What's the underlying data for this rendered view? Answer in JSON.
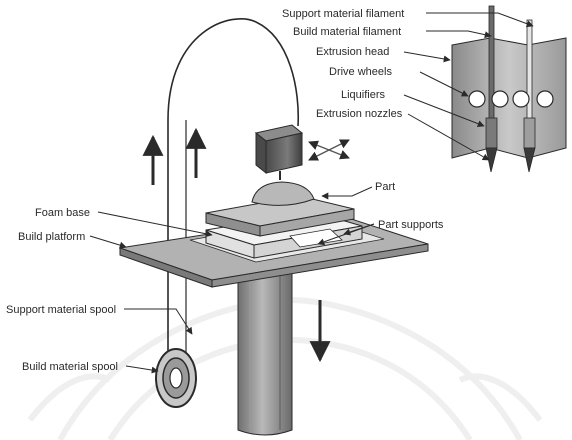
{
  "labels": {
    "support_material_filament": "Support material filament",
    "build_material_filament": "Build material filament",
    "extrusion_head": "Extrusion head",
    "drive_wheels": "Drive wheels",
    "liquifiers": "Liquifiers",
    "extrusion_nozzles": "Extrusion nozzles",
    "part": "Part",
    "part_supports": "Part supports",
    "foam_base": "Foam base",
    "build_platform": "Build platform",
    "support_material_spool": "Support material spool",
    "build_material_spool": "Build material spool"
  },
  "colors": {
    "ink": "#2a2a2a",
    "platform": "#a8a8a8",
    "platform_dark": "#7c7c7c",
    "column": "#8e8e8e",
    "head": "#5b5b5b",
    "part_light": "#d4d4d4",
    "watermark": "#e6e6e6"
  }
}
